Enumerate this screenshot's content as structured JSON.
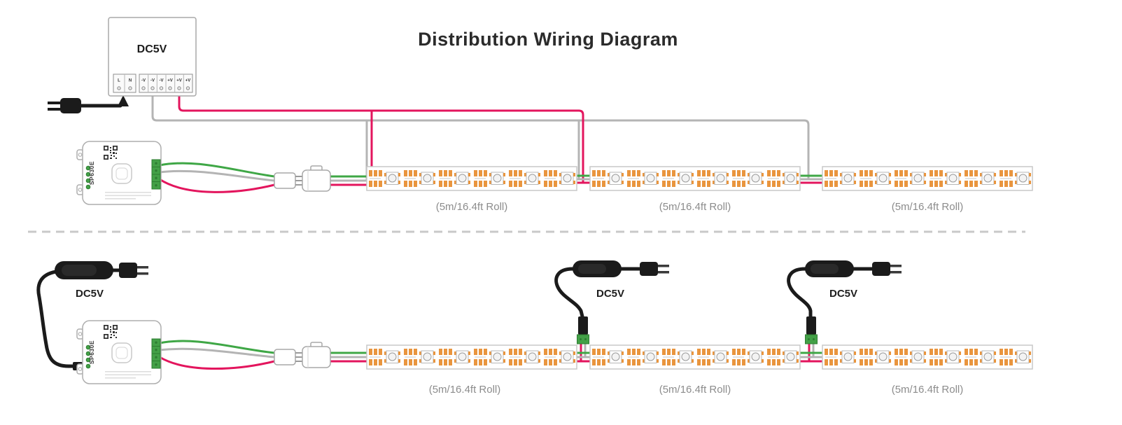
{
  "title": "Distribution Wiring Diagram",
  "power_supply": {
    "label": "DC5V",
    "terminals": [
      "L",
      "N",
      "-V",
      "-V",
      "-V",
      "+V",
      "+V",
      "+V"
    ]
  },
  "adapter_label": "DC5V",
  "controller_model": "SP630E",
  "roll_label": "(5m/16.4ft Roll)",
  "colors": {
    "wire_red": "#e3155d",
    "wire_gray": "#b4b4b4",
    "wire_green": "#3fa746",
    "pad_orange": "#e9953e",
    "cable_black": "#1b1b1b",
    "terminal_green": "#43a047"
  }
}
